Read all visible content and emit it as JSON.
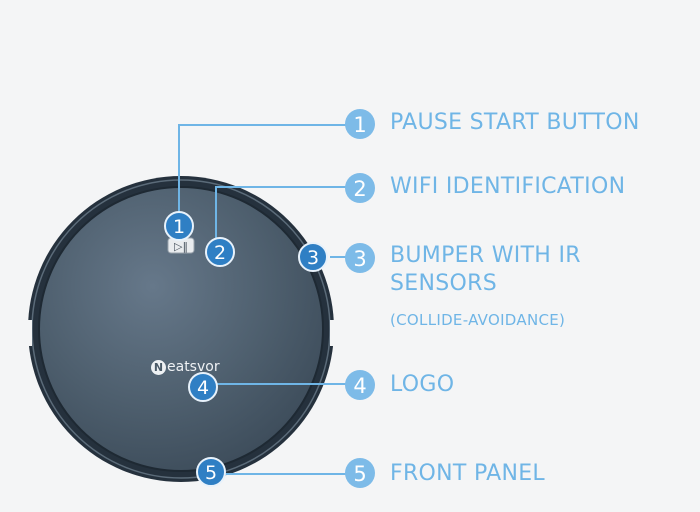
{
  "brand": {
    "mark": "N",
    "text": "eatsvor"
  },
  "play_pause_symbol": "▷‖",
  "robot_markers": [
    "1",
    "2",
    "3",
    "4",
    "5"
  ],
  "callouts": [
    {
      "number": "1",
      "label": "PAUSE START BUTTON"
    },
    {
      "number": "2",
      "label": "WIFI IDENTIFICATION"
    },
    {
      "number": "3",
      "label_line1": "BUMPER WITH IR",
      "label_line2": "SENSORS",
      "note": "(COLLIDE-AVOIDANCE)"
    },
    {
      "number": "4",
      "label": "LOGO"
    },
    {
      "number": "5",
      "label": "FRONT PANEL"
    }
  ],
  "colors": {
    "accent": "#6fb5e6",
    "marker_fill": "#2f7fc4",
    "robot_top": "#4e5f6e",
    "robot_rim": "#25313d",
    "background": "#f4f5f6"
  }
}
